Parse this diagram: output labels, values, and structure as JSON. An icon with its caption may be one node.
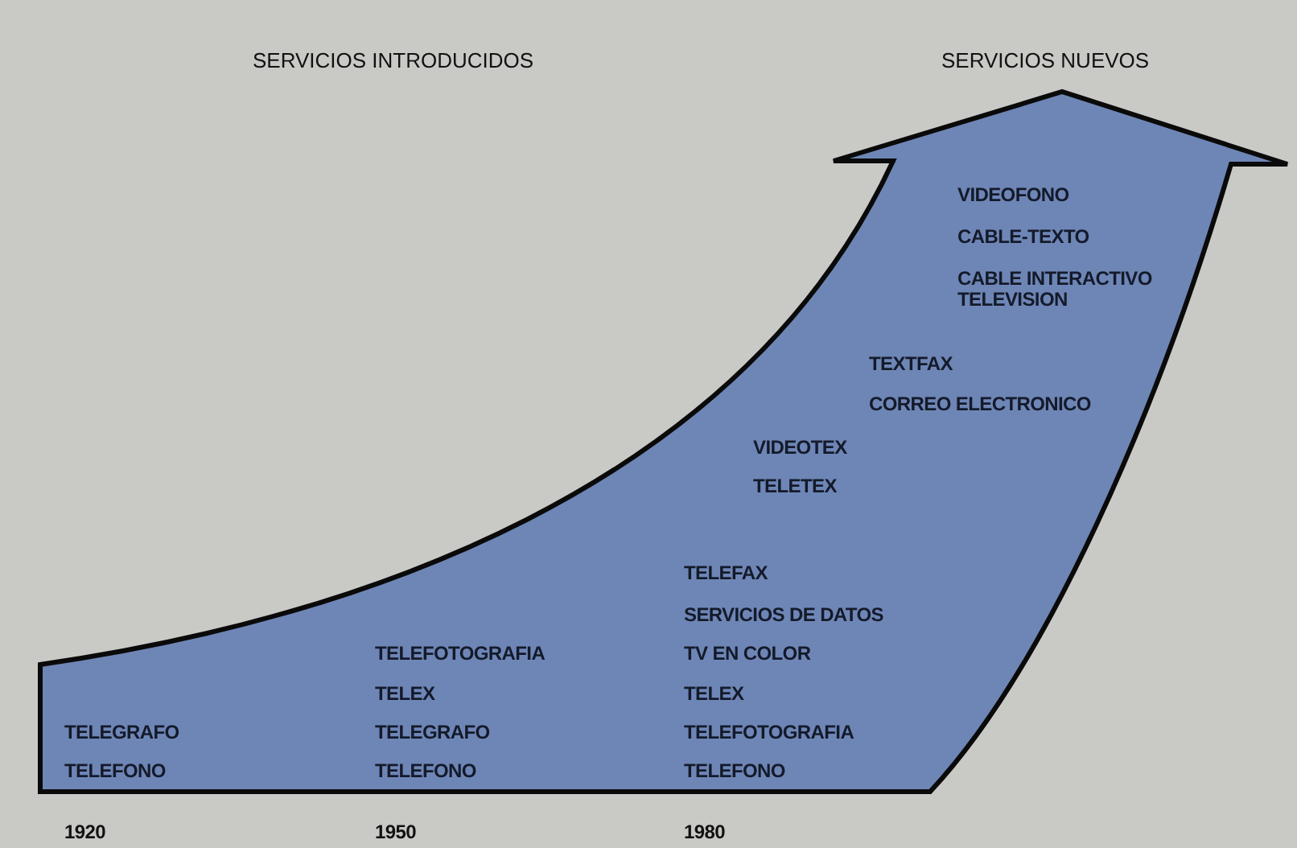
{
  "diagram": {
    "nodes": [
      {
        "text": [
          "TELEGRAFO",
          "TELEFONO",
          "TELEFOTOGRAFIA",
          "TELEX",
          "TELEGRAFO",
          "TELEFONO",
          "TELEFAX",
          "SERVICIOS DE DATOS",
          "TV EN COLOR",
          "TELEX",
          "TELEFOTOGRAFIA",
          "TELEFONO",
          "VIDEOTEX",
          "TELETEX",
          "TEXTFAX",
          "CORREO ELECTRONICO",
          "VIDEOFONO",
          "CABLE-TEXTO",
          "CABLE INTERACTIVO TELEVISION"
        ]
      }
    ],
    "edges": [],
    "labels": [
      "SERVICIOS INTRODUCIDOS",
      "SERVICIOS NUEVOS",
      "1920",
      "1950",
      "1980"
    ]
  }
}
